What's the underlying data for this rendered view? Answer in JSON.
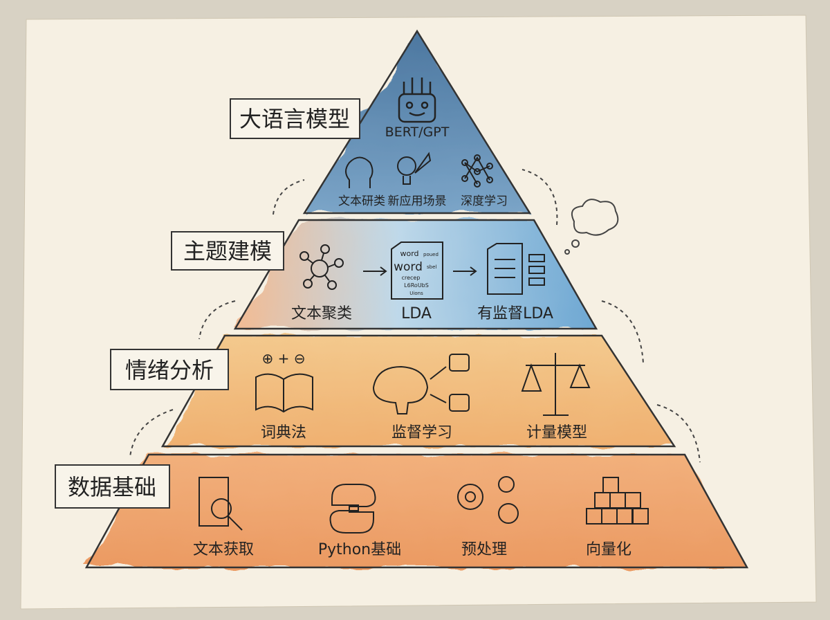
{
  "colors": {
    "paper": "#f5efe2",
    "blue_dark": "#3f6f9c",
    "blue_light": "#8fbfdf",
    "orange": "#f0a35e",
    "orange_dark": "#e8894a",
    "ink": "#2a2a2a"
  },
  "tiers": [
    {
      "title": "大语言模型",
      "headline": "BERT/GPT",
      "items": [
        {
          "label": "文本研类",
          "icon": "brain-head-icon"
        },
        {
          "label": "新应用场景",
          "icon": "lightbulb-rocket-icon"
        },
        {
          "label": "深度学习",
          "icon": "neural-network-icon"
        }
      ],
      "headline_icon": "robot-icon"
    },
    {
      "title": "主题建模",
      "items": [
        {
          "label": "文本聚类",
          "icon": "cluster-icon"
        },
        {
          "label": "LDA",
          "icon": "word-document-icon"
        },
        {
          "label": "有监督LDA",
          "icon": "labeled-document-icon"
        }
      ],
      "doc_words": [
        "word",
        "word",
        "poued",
        "sbel",
        "crecep",
        "L6RoUbS",
        "Uions"
      ]
    },
    {
      "title": "情绪分析",
      "items": [
        {
          "label": "词典法",
          "icon": "book-icon"
        },
        {
          "label": "监督学习",
          "icon": "brain-thumbs-icon"
        },
        {
          "label": "计量模型",
          "icon": "scale-icon"
        }
      ],
      "symbols": "⊕ + ⊖"
    },
    {
      "title": "数据基础",
      "items": [
        {
          "label": "文本获取",
          "icon": "document-search-icon"
        },
        {
          "label": "Python基础",
          "icon": "python-icon"
        },
        {
          "label": "预处理",
          "icon": "gears-icon"
        },
        {
          "label": "向量化",
          "icon": "cubes-icon"
        }
      ]
    }
  ]
}
